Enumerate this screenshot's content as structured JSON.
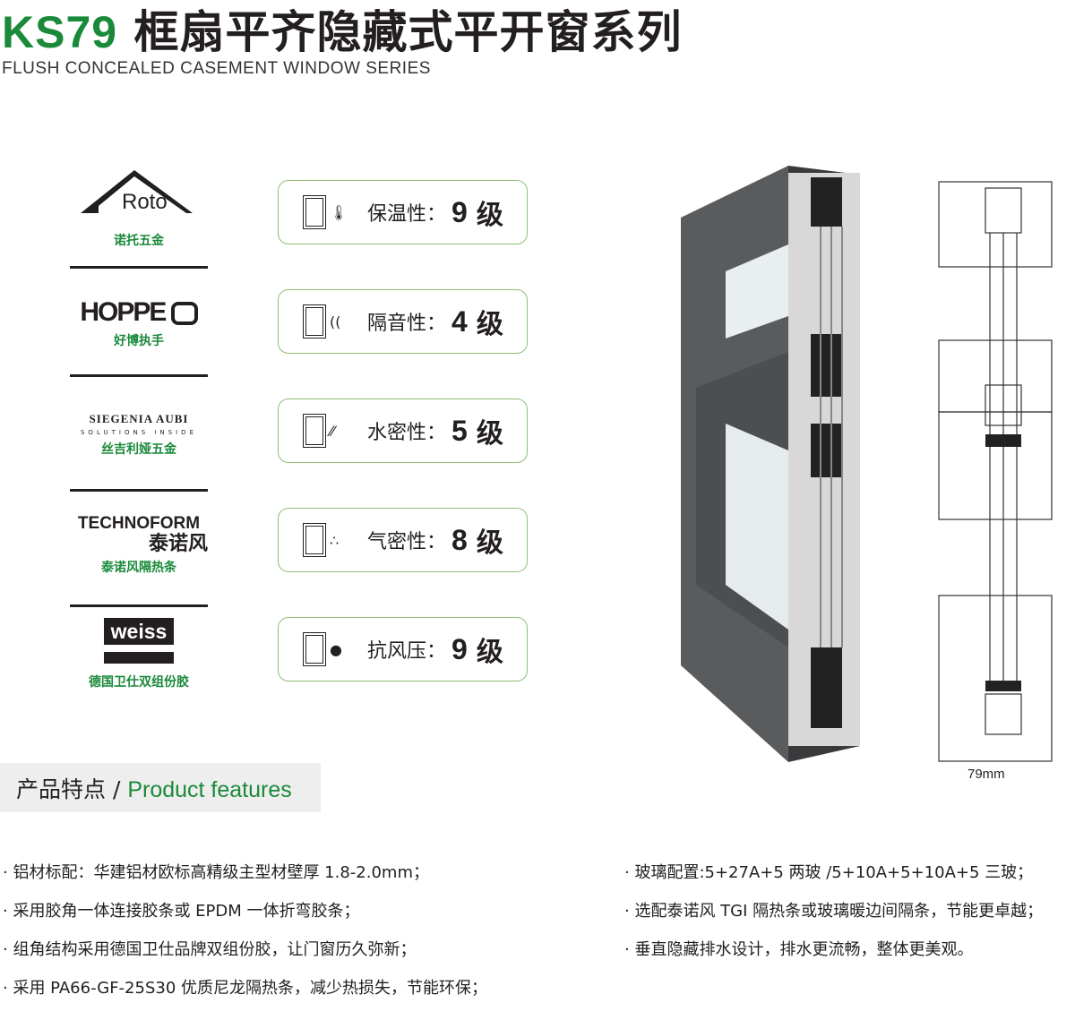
{
  "header": {
    "code": "KS79",
    "title_cn": "框扇平齐隐藏式平开窗系列",
    "subtitle": "FLUSH CONCEALED CASEMENT WINDOW SERIES"
  },
  "brands": [
    {
      "logo": "Roto",
      "name_cn": "诺托五金"
    },
    {
      "logo": "HOPPE",
      "name_cn": "好博执手"
    },
    {
      "logo": "SIEGENIA AUBI",
      "tagline": "SOLUTIONS INSIDE",
      "name_cn": "丝吉利娅五金"
    },
    {
      "logo": "TECHNOFORM",
      "logo_cn": "泰诺风",
      "name_cn": "泰诺风隔热条"
    },
    {
      "logo": "weiss",
      "name_cn": "德国卫仕双组份胶"
    }
  ],
  "ratings": [
    {
      "icon": "thermometer-icon",
      "label": "保温性：",
      "value": "9",
      "unit": "级"
    },
    {
      "icon": "sound-icon",
      "label": "隔音性：",
      "value": "4",
      "unit": "级"
    },
    {
      "icon": "water-drops-icon",
      "label": "水密性：",
      "value": "5",
      "unit": "级"
    },
    {
      "icon": "air-icon",
      "label": "气密性：",
      "value": "8",
      "unit": "级"
    },
    {
      "icon": "wind-icon",
      "label": "抗风压：",
      "value": "9",
      "unit": "级"
    }
  ],
  "section": {
    "dimension": "79mm"
  },
  "features": {
    "title_cn": "产品特点 / ",
    "title_en": "Product features",
    "left": [
      "· 铝材标配：华建铝材欧标高精级主型材壁厚 1.8-2.0mm；",
      "· 采用胶角一体连接胶条或 EPDM 一体折弯胶条；",
      "· 组角结构采用德国卫仕品牌双组份胶，让门窗历久弥新；",
      "· 采用 PA66-GF-25S30 优质尼龙隔热条，减少热损失，节能环保；"
    ],
    "right": [
      "· 玻璃配置:5+27A+5 两玻 /5+10A+5+10A+5 三玻；",
      "· 选配泰诺风 TGI 隔热条或玻璃暖边间隔条，节能更卓越；",
      "· 垂直隐藏排水设计，排水更流畅，整体更美观。"
    ]
  }
}
